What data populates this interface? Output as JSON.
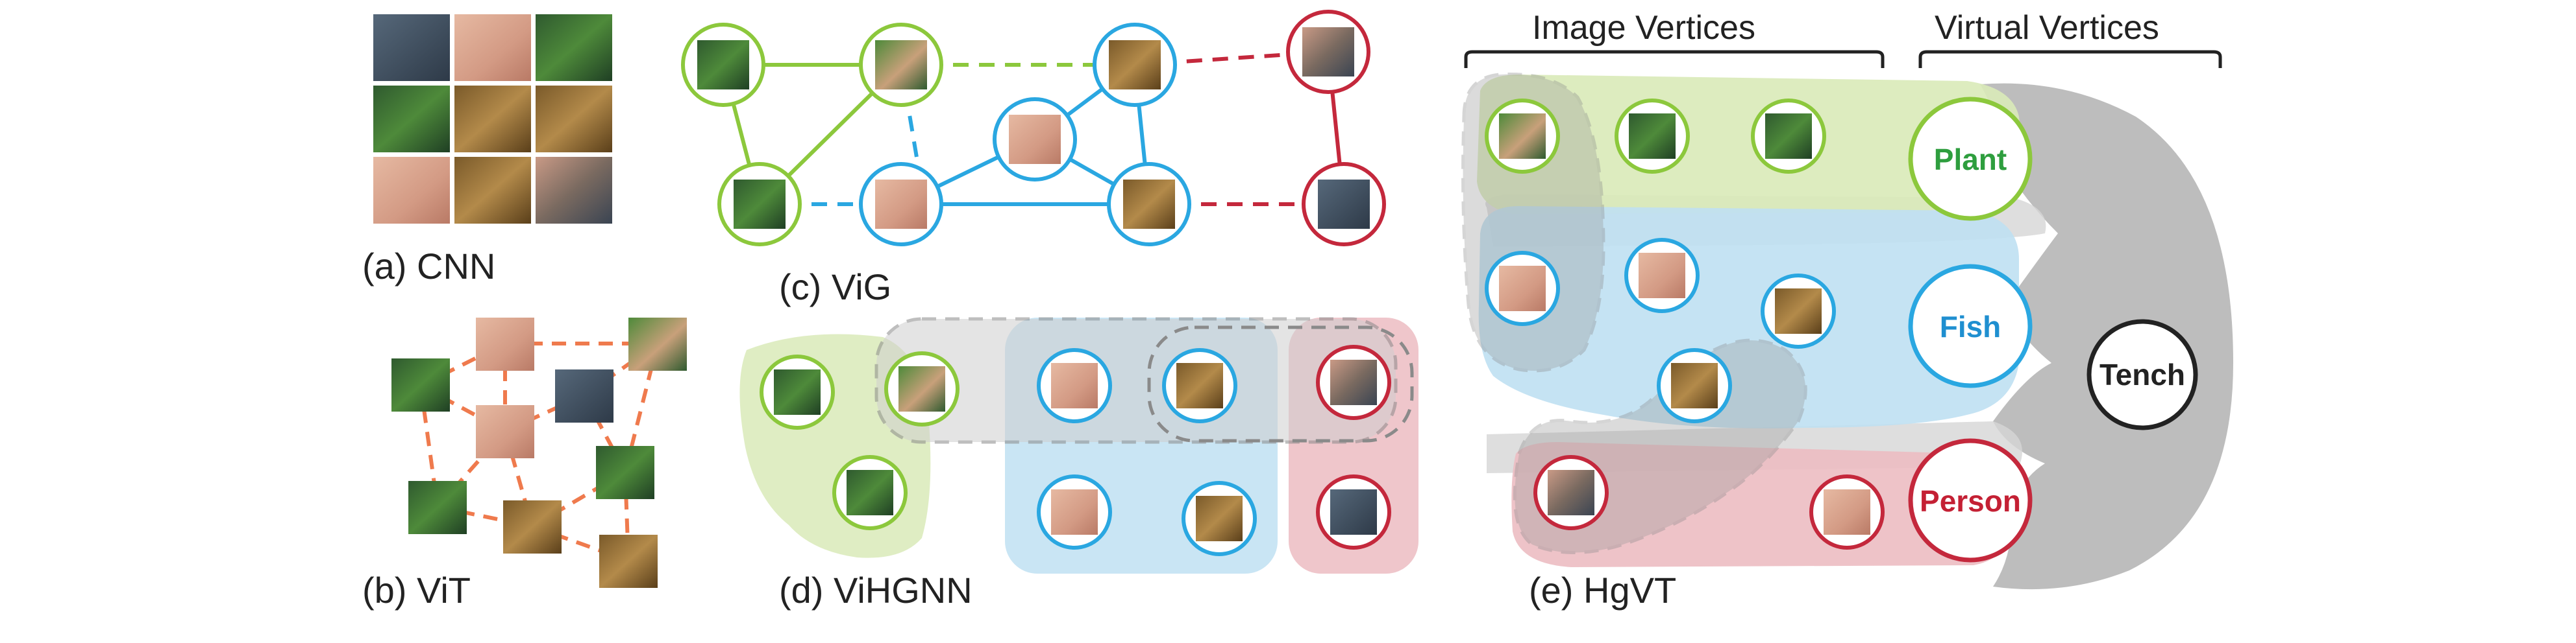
{
  "panels": {
    "cnn": {
      "label": "(a) CNN"
    },
    "vit": {
      "label": "(b) ViT"
    },
    "vig": {
      "label": "(c) ViG"
    },
    "vihgnn": {
      "label": "(d) ViHGNN"
    },
    "hgvt": {
      "label": "(e) HgVT",
      "image_vertices_label": "Image Vertices",
      "virtual_vertices_label": "Virtual Vertices",
      "virtual_nodes": [
        {
          "name": "Plant",
          "color": "#2e9e3e"
        },
        {
          "name": "Fish",
          "color": "#1f8fd0"
        },
        {
          "name": "Person",
          "color": "#c42034"
        }
      ],
      "root_node": "Tench"
    }
  },
  "colors": {
    "plant": "#8cc83c",
    "fish": "#2aa7e1",
    "person": "#c4283c",
    "vit_edge": "#ef7a4d",
    "hyperedge_gray": "#bdbdbd"
  }
}
